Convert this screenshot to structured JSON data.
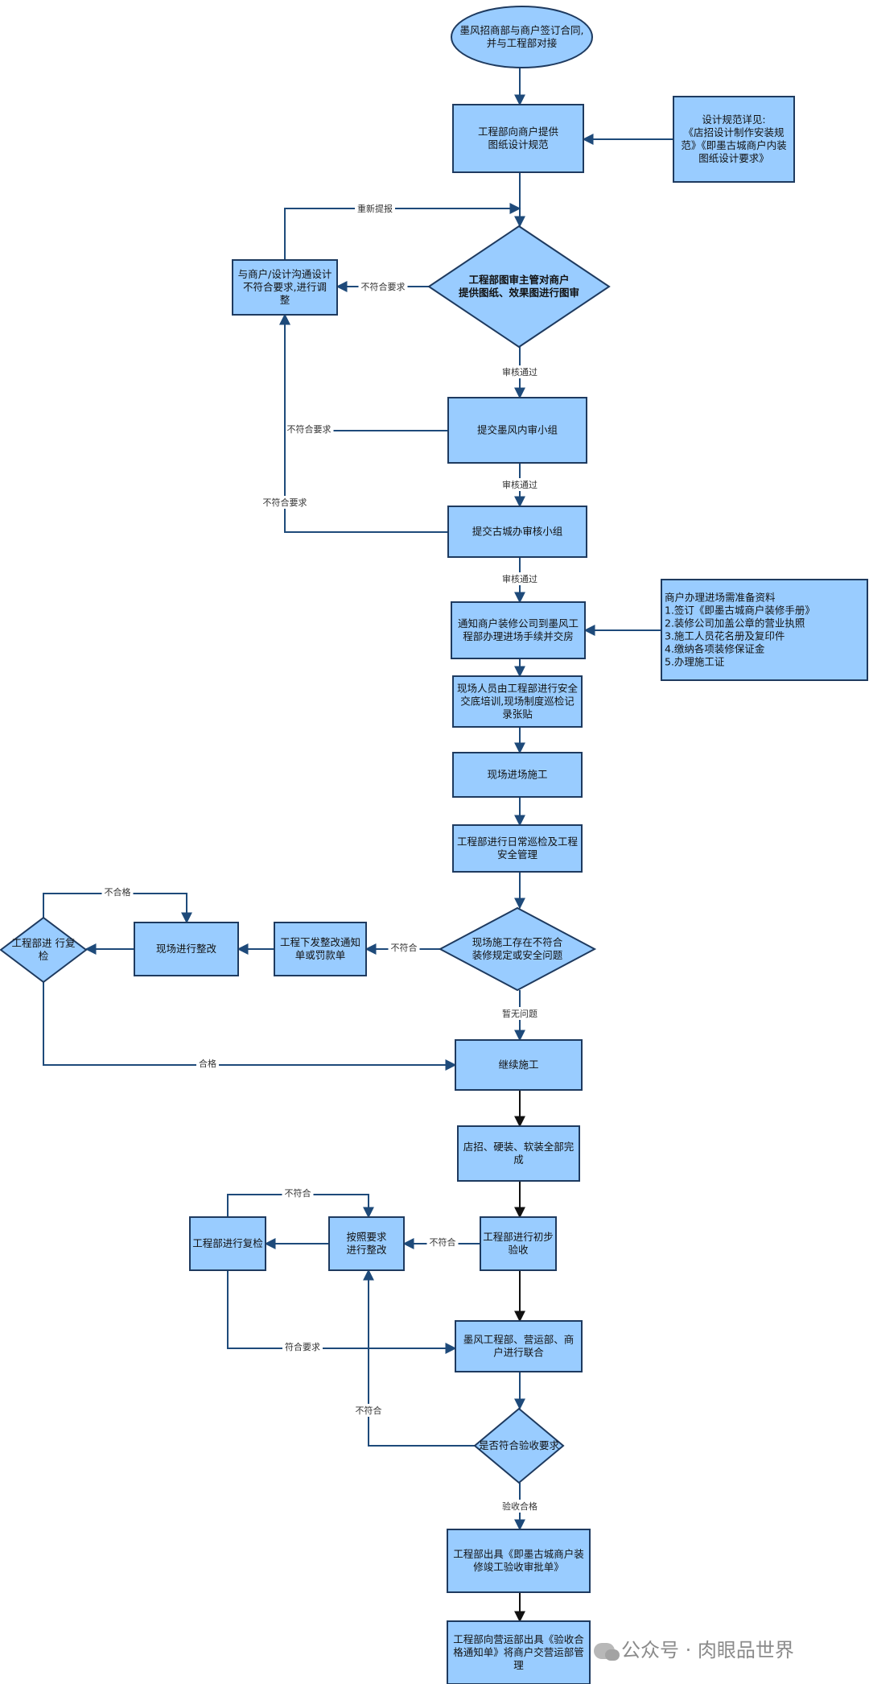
{
  "nodes": [
    {
      "id": "start",
      "shape": "ellipse",
      "lines": [
        "墨风招商部与商户签订合同,",
        "并与工程部对接"
      ]
    },
    {
      "id": "provide",
      "shape": "rect",
      "lines": [
        "工程部向商户提供",
        "图纸设计规范"
      ]
    },
    {
      "id": "spec",
      "shape": "rect",
      "lines": [
        "设计规范详见:",
        "《店招设计制作安装规",
        "范》《即墨古城商户内装",
        "图纸设计要求》"
      ]
    },
    {
      "id": "review",
      "shape": "diamond",
      "bold": true,
      "lines": [
        "工程部图审主管对商户",
        "提供图纸、效果图进行图审"
      ]
    },
    {
      "id": "adjust",
      "shape": "rect",
      "lines": [
        "与商户/设计沟通设计",
        "不符合要求,进行调",
        "整"
      ]
    },
    {
      "id": "inner",
      "shape": "rect",
      "lines": [
        "提交墨风内审小组"
      ]
    },
    {
      "id": "city",
      "shape": "rect",
      "lines": [
        "提交古城办审核小组"
      ]
    },
    {
      "id": "notify",
      "shape": "rect",
      "lines": [
        "通知商户装修公司到墨风工",
        "程部办理进场手续并交房"
      ]
    },
    {
      "id": "materials",
      "shape": "rect",
      "align": "left",
      "lines": [
        "商户办理进场需准备资料",
        " 1.签订《即墨古城商户装修手册》",
        "2.装修公司加盖公章的营业执照",
        "3.施工人员花名册及复印件",
        "4.缴纳各项装修保证金",
        "5.办理施工证"
      ]
    },
    {
      "id": "training",
      "shape": "rect",
      "lines": [
        "现场人员由工程部进行安全",
        "交底培训,现场制度巡检记",
        "录张贴"
      ]
    },
    {
      "id": "enter",
      "shape": "rect",
      "lines": [
        "现场进场施工"
      ]
    },
    {
      "id": "patrol",
      "shape": "rect",
      "lines": [
        "工程部进行日常巡检及工程",
        "安全管理"
      ]
    },
    {
      "id": "issue",
      "shape": "diamond",
      "lines": [
        "现场施工存在不符合",
        "装修规定或安全问题"
      ]
    },
    {
      "id": "notice",
      "shape": "rect",
      "lines": [
        "工程下发整改通知",
        "单或罚款单"
      ]
    },
    {
      "id": "rectify1",
      "shape": "rect",
      "lines": [
        "现场进行整改"
      ]
    },
    {
      "id": "recheck1",
      "shape": "diamond",
      "lines": [
        "工程部进    行复",
        "检"
      ]
    },
    {
      "id": "continue",
      "shape": "rect",
      "lines": [
        "继续施工"
      ]
    },
    {
      "id": "complete",
      "shape": "rect",
      "lines": [
        "店招、硬装、软装全部完",
        "成"
      ]
    },
    {
      "id": "initial",
      "shape": "rect",
      "lines": [
        "工程部进行初步",
        "验收"
      ]
    },
    {
      "id": "rectify2",
      "shape": "rect",
      "lines": [
        "按照要求",
        "进行整改"
      ]
    },
    {
      "id": "recheck2",
      "shape": "rect",
      "lines": [
        "工程部进行复检"
      ]
    },
    {
      "id": "joint",
      "shape": "rect",
      "lines": [
        "墨风工程部、营运部、商",
        "户进行联合"
      ]
    },
    {
      "id": "accept",
      "shape": "diamond",
      "lines": [
        "是否符合验收要求"
      ]
    },
    {
      "id": "issue_doc",
      "shape": "rect",
      "lines": [
        "工程部出具《即墨古城商户装",
        "修竣工验收审批单》"
      ]
    },
    {
      "id": "handover",
      "shape": "rect",
      "lines": [
        "工程部向营运部出具《验收合",
        "格通知单》将商户交营运部管",
        "理"
      ]
    }
  ],
  "edges": [
    {
      "id": "e1",
      "label": ""
    },
    {
      "id": "e2",
      "label": ""
    },
    {
      "id": "e3",
      "label": ""
    },
    {
      "id": "e4",
      "label": "不符合要求"
    },
    {
      "id": "e5",
      "label": "重新提报"
    },
    {
      "id": "e6",
      "label": "审核通过"
    },
    {
      "id": "e7",
      "label": "不符合要求"
    },
    {
      "id": "e8",
      "label": "审核通过"
    },
    {
      "id": "e9",
      "label": "不符合要求"
    },
    {
      "id": "e10",
      "label": "审核通过"
    },
    {
      "id": "e11",
      "label": ""
    },
    {
      "id": "e12",
      "label": ""
    },
    {
      "id": "e13",
      "label": ""
    },
    {
      "id": "e14",
      "label": ""
    },
    {
      "id": "e15",
      "label": ""
    },
    {
      "id": "e16",
      "label": "不符合"
    },
    {
      "id": "e17",
      "label": ""
    },
    {
      "id": "e18",
      "label": ""
    },
    {
      "id": "e19",
      "label": "不合格"
    },
    {
      "id": "e20",
      "label": "合格"
    },
    {
      "id": "e21",
      "label": "暂无问题"
    },
    {
      "id": "e22",
      "label": ""
    },
    {
      "id": "e23",
      "label": ""
    },
    {
      "id": "e24",
      "label": "不符合"
    },
    {
      "id": "e25",
      "label": ""
    },
    {
      "id": "e26",
      "label": "不符合"
    },
    {
      "id": "e27",
      "label": "符合要求"
    },
    {
      "id": "e28",
      "label": ""
    },
    {
      "id": "e29",
      "label": ""
    },
    {
      "id": "e30",
      "label": "不符合"
    },
    {
      "id": "e31",
      "label": "验收合格"
    },
    {
      "id": "e32",
      "label": ""
    }
  ],
  "colors": {
    "node_fill": "#99ccff",
    "node_stroke": "#1e3a5f",
    "edge": "#1e4a7a"
  },
  "watermark": {
    "icon": "wechat-icon",
    "text": "公众号 · 肉眼品世界"
  }
}
